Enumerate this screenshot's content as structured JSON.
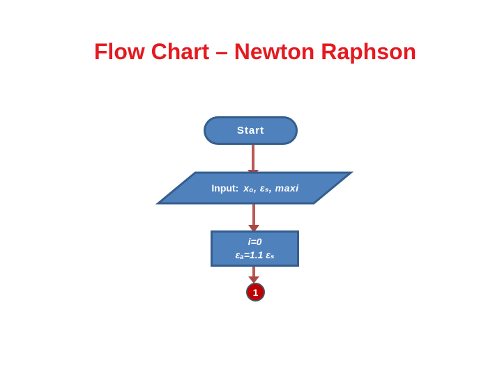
{
  "slide": {
    "title": "Flow Chart – Newton Raphson"
  },
  "flowchart": {
    "start_label": "Start",
    "input_prefix": "Input:",
    "input_args": "xₒ, εₛ, maxi",
    "process_line1": "i=0",
    "process_line2": "εₐ=1.1 εₛ",
    "connector_label": "1",
    "colors": {
      "title_red": "#e41a20",
      "node_fill": "#4f81bd",
      "node_border": "#355e8d",
      "node_text": "#ffffff",
      "arrow_shaft": "#bb5955",
      "arrow_head": "#a94945",
      "connector_fill": "#c00000",
      "connector_border": "#44546a"
    }
  }
}
